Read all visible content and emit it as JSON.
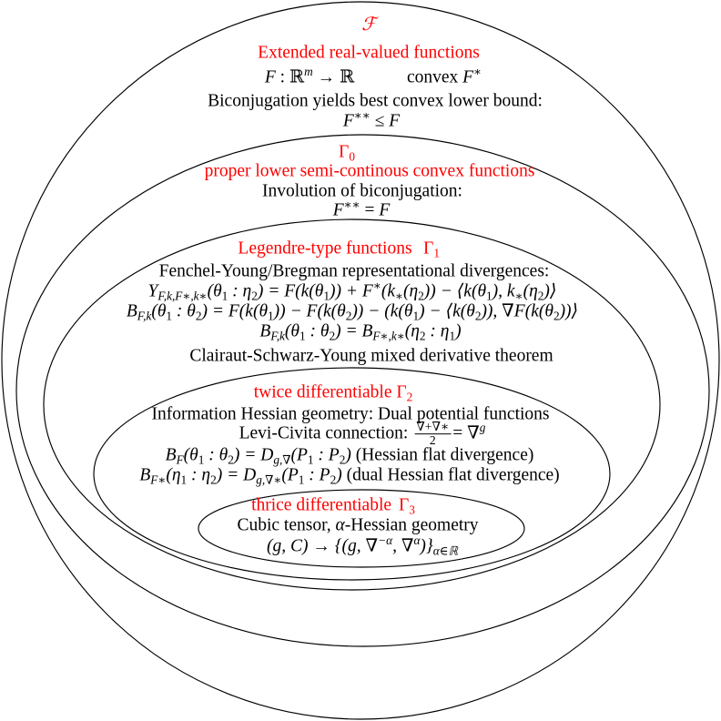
{
  "colors": {
    "set_label": "#ff0000",
    "text": "#000000",
    "outline": "#000000",
    "background": "#ffffff"
  },
  "diagram": {
    "outer": {
      "symbol": "ℱ",
      "title": "Extended real-valued functions",
      "domain_map": [
        "F",
        " : ",
        "ℝ",
        "m",
        " → ",
        "ℝ"
      ],
      "conjugate": [
        "convex ",
        "F",
        "∗"
      ],
      "property": "Biconjugation yields best convex lower bound:",
      "formula": [
        "F",
        "∗∗",
        " ≤ ",
        "F"
      ]
    },
    "gamma0": {
      "symbol": [
        "Γ",
        "0"
      ],
      "title": "proper lower semi-continous convex functions",
      "property": "Involution of biconjugation:",
      "formula": [
        "F",
        "∗∗",
        " = ",
        "F"
      ]
    },
    "gamma1": {
      "title": "Legendre-type functions",
      "symbol": [
        "Γ",
        "1"
      ],
      "property": "Fenchel-Young/Bregman representational divergences:",
      "fenchel_young": [
        "Y",
        "F,k,F∗,k∗",
        "(θ",
        "1",
        " : η",
        "2",
        ") = F(k(θ",
        "1",
        ")) + F",
        "∗",
        "(k",
        "∗",
        "(η",
        "2",
        ")) − ⟨k(θ",
        "1",
        "), k",
        "∗",
        "(η",
        "2",
        ")⟩"
      ],
      "bregman": [
        "B",
        "F,k",
        "(θ",
        "1",
        " : θ",
        "2",
        ") = F(k(θ",
        "1",
        ")) − F(k(θ",
        "2",
        ")) − (k(θ",
        "1",
        ") − ⟨k(θ",
        "2",
        ")), ∇F(k(θ",
        "2",
        "))⟩"
      ],
      "duality": [
        "B",
        "F,k",
        "(θ",
        "1",
        " : θ",
        "2",
        ") = B",
        "F∗,k∗",
        "(η",
        "2",
        " : η",
        "1",
        ")"
      ],
      "theorem": "Clairaut-Schwarz-Young mixed derivative theorem"
    },
    "gamma2": {
      "title": "twice differentiable ",
      "symbol": [
        "Γ",
        "2"
      ],
      "property": "Information Hessian geometry: Dual potential functions",
      "levi_civita": {
        "label": "Levi-Civita connection: ",
        "numerator": "∇+∇∗",
        "denominator": "2",
        "rhs": "= ∇",
        "rhs_sup": "g"
      },
      "hessian_divergence": [
        "B",
        "F",
        "(θ",
        "1",
        " : θ",
        "2",
        ") = D",
        "g,∇",
        "(P",
        "1",
        " : P",
        "2",
        ")",
        " (Hessian flat divergence)"
      ],
      "dual_hessian_divergence": [
        "B",
        "F∗",
        "(η",
        "1",
        " : η",
        "2",
        ") = D",
        "g,∇∗",
        "(P",
        "1",
        " : P",
        "2",
        ")",
        " (dual Hessian flat divergence)"
      ]
    },
    "gamma3": {
      "title": "thrice differentiable",
      "symbol": [
        "Γ",
        "3"
      ],
      "property": [
        "Cubic tensor, ",
        "α",
        "-Hessian geometry"
      ],
      "alpha_family": [
        "(g, C) → {(g, ∇",
        "−α",
        ", ∇",
        "α",
        ")}",
        "α∈ℝ"
      ]
    }
  }
}
